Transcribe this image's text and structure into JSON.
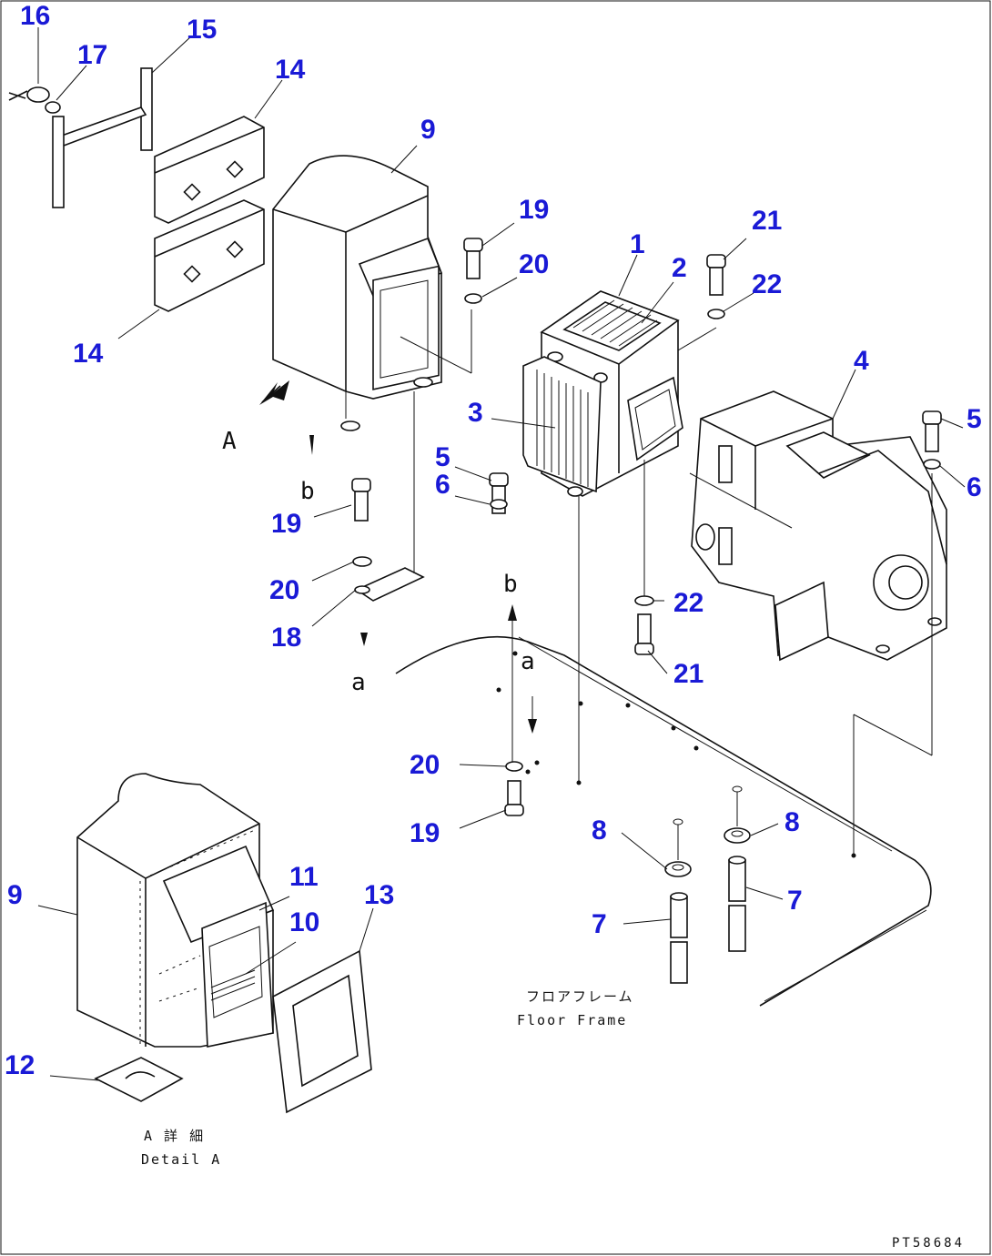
{
  "callouts": {
    "c1": "1",
    "c2": "2",
    "c3": "3",
    "c4": "4",
    "c5": "5",
    "c6": "6",
    "c7": "7",
    "c8": "8",
    "c9": "9",
    "c10": "10",
    "c11": "11",
    "c12": "12",
    "c13": "13",
    "c14": "14",
    "c15": "15",
    "c16": "16",
    "c17": "17",
    "c18": "18",
    "c19": "19",
    "c20": "20",
    "c21": "21",
    "c22": "22"
  },
  "view_letters": {
    "A": "A",
    "a": "a",
    "b": "b"
  },
  "captions": {
    "floor_frame_jp": "フロアフレーム",
    "floor_frame_en": "Floor Frame",
    "detail_a_jp": "A 詳 細",
    "detail_a_en": "Detail A"
  },
  "drawing_number": "PT58684",
  "colors": {
    "callout": "#1a1ad6",
    "line": "#111111"
  }
}
